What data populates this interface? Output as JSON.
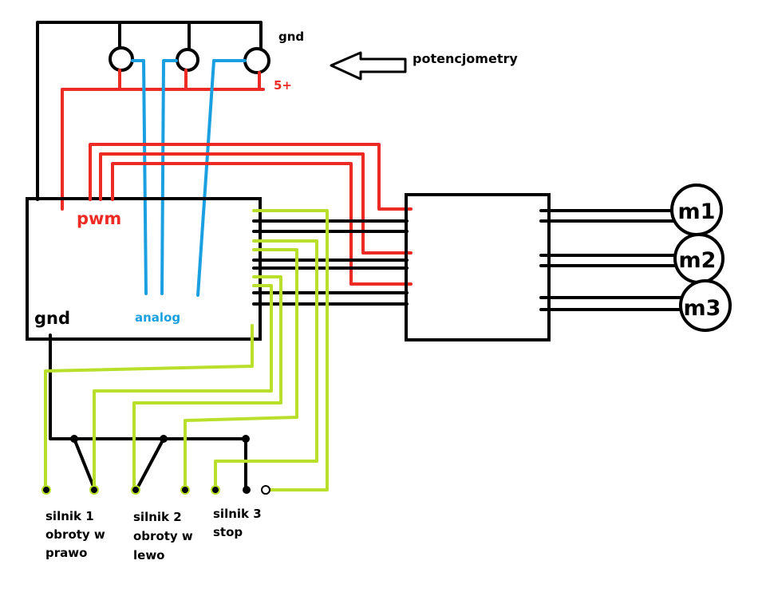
{
  "colors": {
    "wire_black": "#000000",
    "wire_power": "#ee2a24",
    "wire_analog": "#1aa0e0",
    "wire_switch": "#b8e02a",
    "background": "#ffffff"
  },
  "labels": {
    "gnd_top": "gnd",
    "v5": "5+",
    "potentiometers": "potencjometry",
    "pwm": "pwm",
    "analog": "analog",
    "gnd_left": "gnd",
    "motors": [
      "m1",
      "m2",
      "m3"
    ],
    "switch1": [
      "silnik 1",
      "obroty w",
      "prawo"
    ],
    "switch2": [
      "silnik 2",
      "obroty w",
      "lewo"
    ],
    "switch3": [
      "silnik 3",
      "stop"
    ]
  },
  "icons": {
    "arrow": "left-arrow-outline-icon",
    "potentiometer": "potentiometer-circle-icon",
    "motor": "motor-circle-icon"
  }
}
